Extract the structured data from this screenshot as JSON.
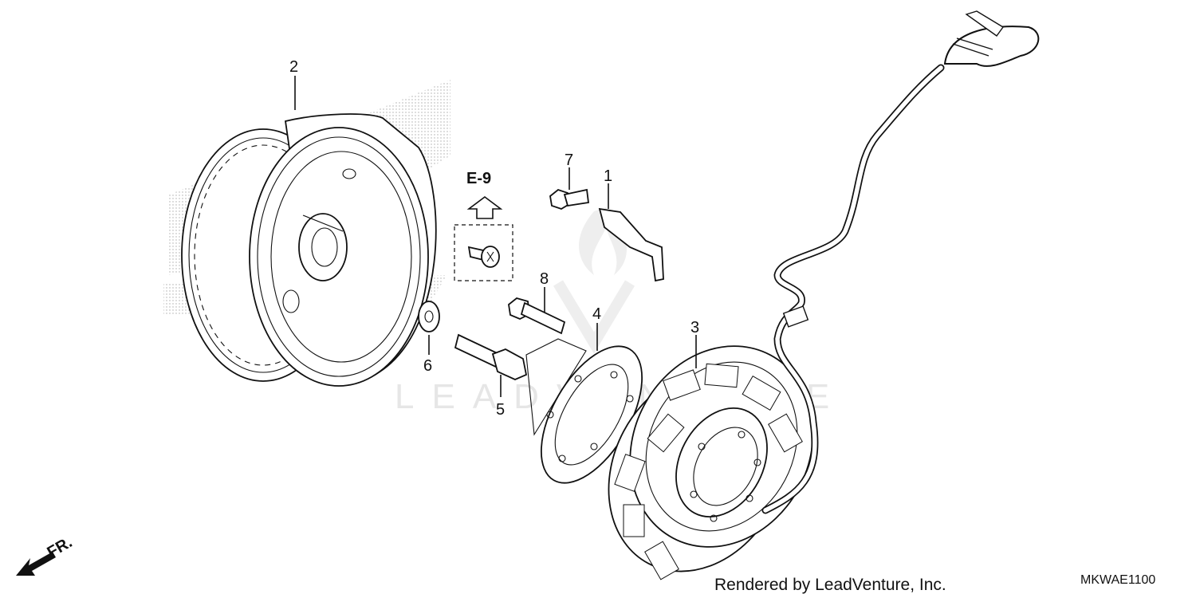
{
  "callouts": {
    "p1": "1",
    "p2": "2",
    "p3": "3",
    "p4": "4",
    "p5": "5",
    "p6": "6",
    "p7": "7",
    "p8": "8"
  },
  "reference": {
    "label": "E-9"
  },
  "direction": {
    "label": "FR."
  },
  "watermark": {
    "text": "LEADVENTURE"
  },
  "footer": {
    "rendered_by": "Rendered by LeadVenture, Inc.",
    "diagram_code": "MKWAE1100"
  }
}
